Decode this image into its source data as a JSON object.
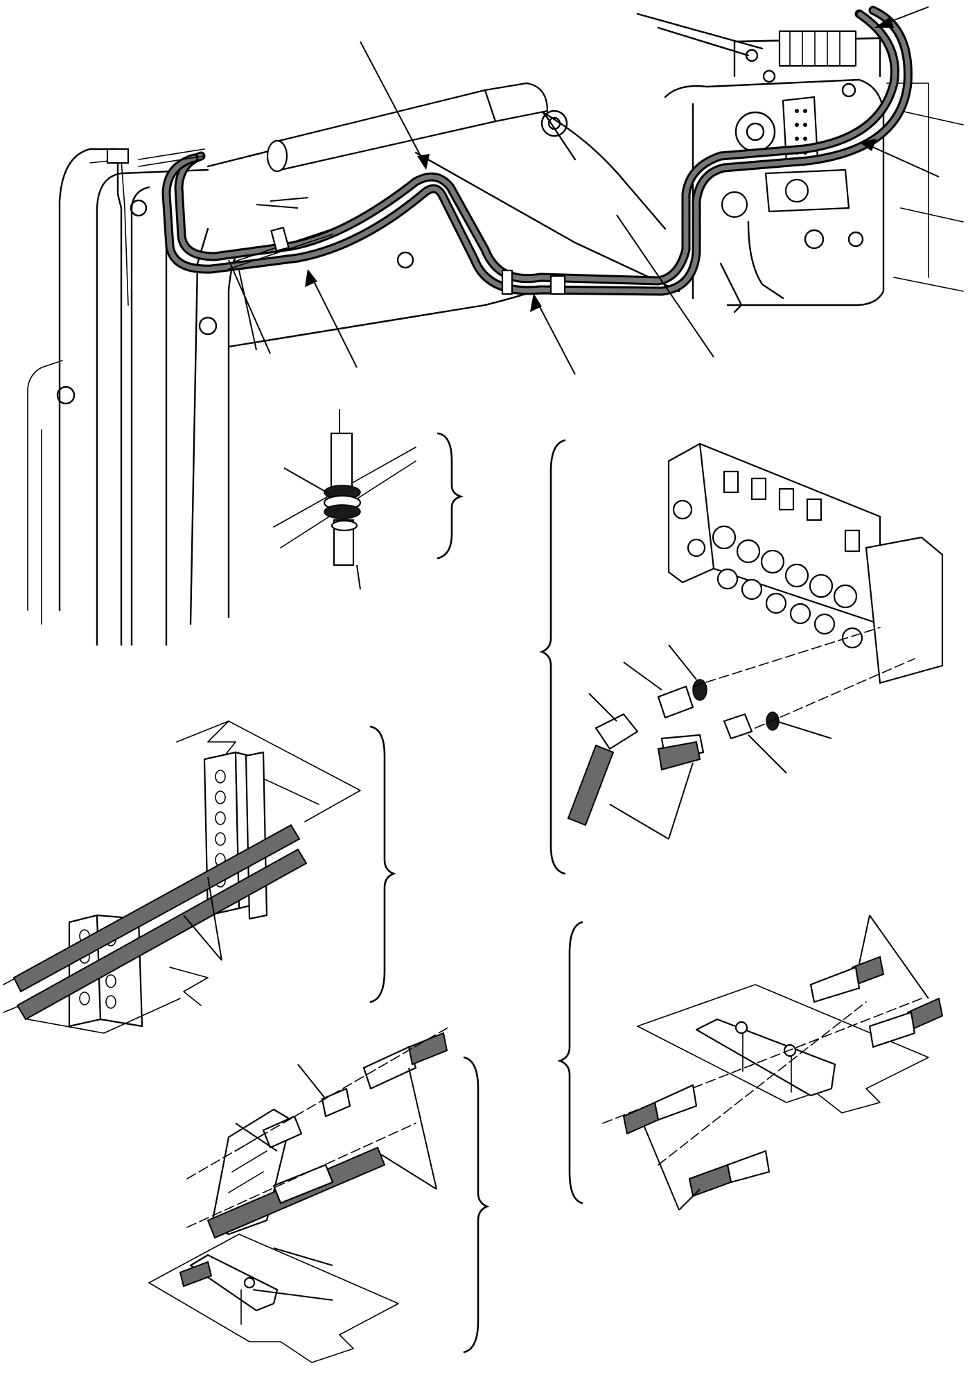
{
  "figure": {
    "kind": "exploded hydraulic hose routing illustration",
    "views": [
      "boom-hose-routing",
      "hose-joint-detail",
      "hose-clamp-bracket-detail",
      "control-valve-fittings-detail",
      "split-clamp-fittings-detail",
      "swing-clamp-fittings-detail"
    ],
    "callout_count": 19
  },
  "colors": {
    "line": "#000000",
    "hose_fill": "#3a3a3a",
    "background": "#ffffff"
  }
}
